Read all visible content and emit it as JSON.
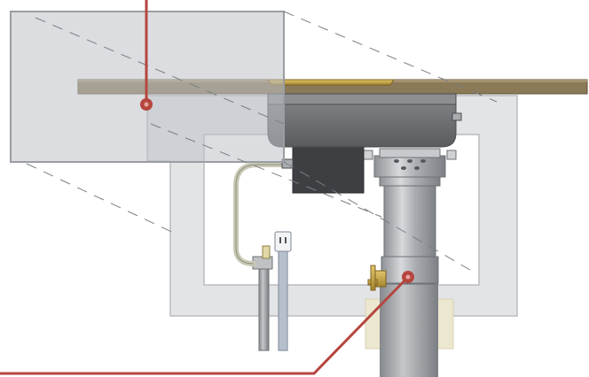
{
  "diagram": {
    "colors": {
      "background": "#ffffff",
      "counter_edge": "#7a6a48",
      "counter_top": "#8a7a58",
      "cabinet_fill": "#e3e4e6",
      "cabinet_stroke": "#b9bcc0",
      "glass_overlay": "rgba(190,193,198,0.55)",
      "unit_body": "#6f7073",
      "unit_dark": "#3d3f42",
      "chrome": "#b7b9bc",
      "pipe": "#9fa2a6",
      "brass": "#c9a748",
      "callout_line": "#b5463f",
      "callout_dot": "#b5463f",
      "hose": "#c9c9b6",
      "beige_block": "#ece7cf"
    },
    "components": [
      "countertop",
      "sink-flange",
      "insinkerator-body",
      "motor-housing",
      "discharge-pipe",
      "hot-water-tank",
      "shut-off-valve",
      "supply-hose",
      "electrical-outlet",
      "cabinet-outline",
      "cutaway-overlay"
    ]
  }
}
